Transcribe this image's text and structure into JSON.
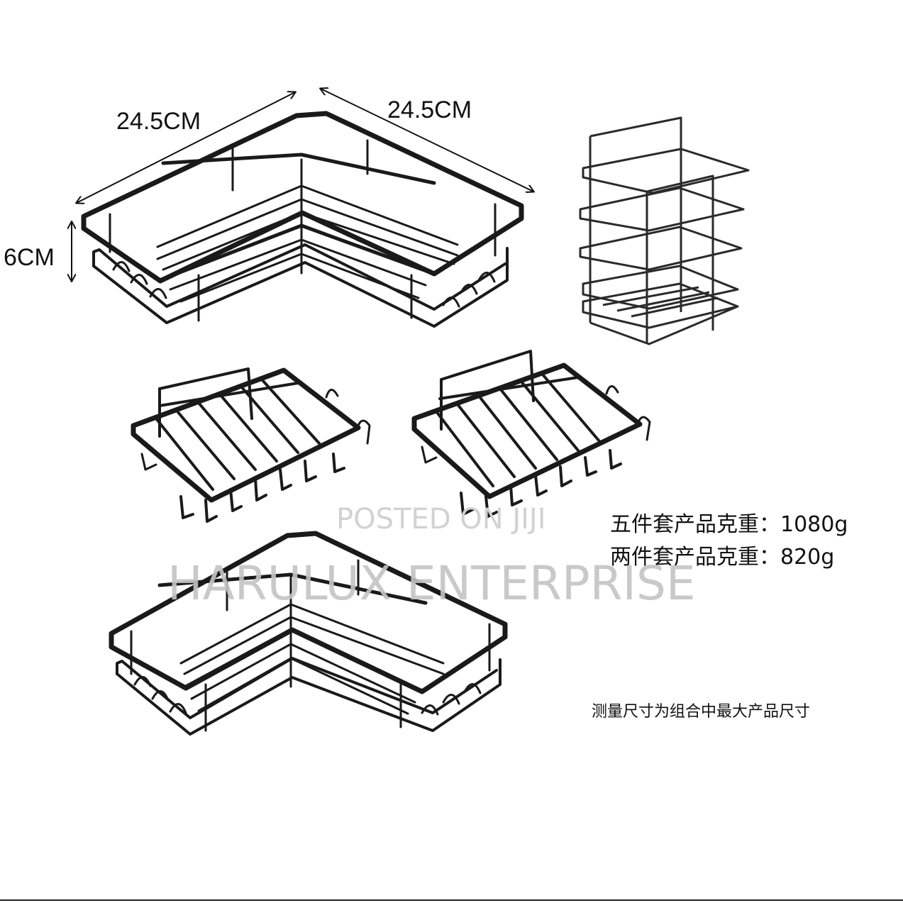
{
  "dimensions": {
    "width_left": "24.5CM",
    "width_right": "24.5CM",
    "height": "6CM"
  },
  "specs": {
    "five_piece_weight": "五件套产品克重：1080g",
    "two_piece_weight": "两件套产品克重：820g"
  },
  "note": "测量尺寸为组合中最大产品尺寸",
  "watermarks": {
    "posted": "POSTED ON JIJI",
    "brand": "HARULUX ENTERPRISE"
  },
  "colors": {
    "wire": "#1a1a1a",
    "text": "#111111",
    "watermark": "#c8c8c8"
  }
}
